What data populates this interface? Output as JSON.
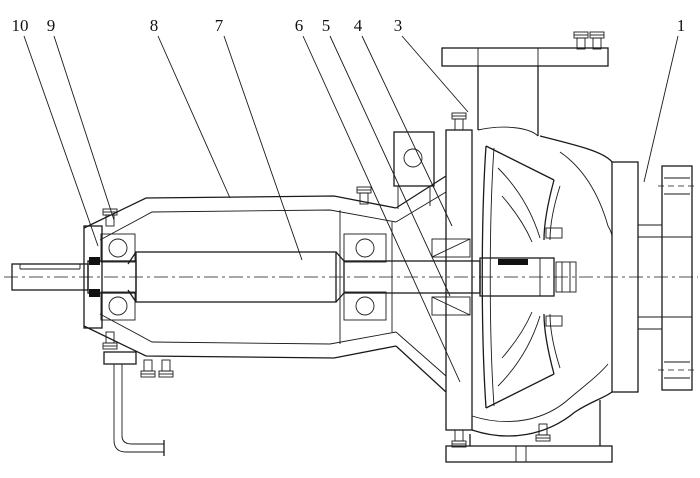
{
  "figure": {
    "subject": "centrifugal-pump-sectional-drawing",
    "background_color": "#ffffff",
    "line_color": "#1a1a1a",
    "callouts": [
      {
        "label": "10"
      },
      {
        "label": "9"
      },
      {
        "label": "8"
      },
      {
        "label": "7"
      },
      {
        "label": "6"
      },
      {
        "label": "5"
      },
      {
        "label": "4"
      },
      {
        "label": "3"
      },
      {
        "label": "1"
      }
    ]
  }
}
